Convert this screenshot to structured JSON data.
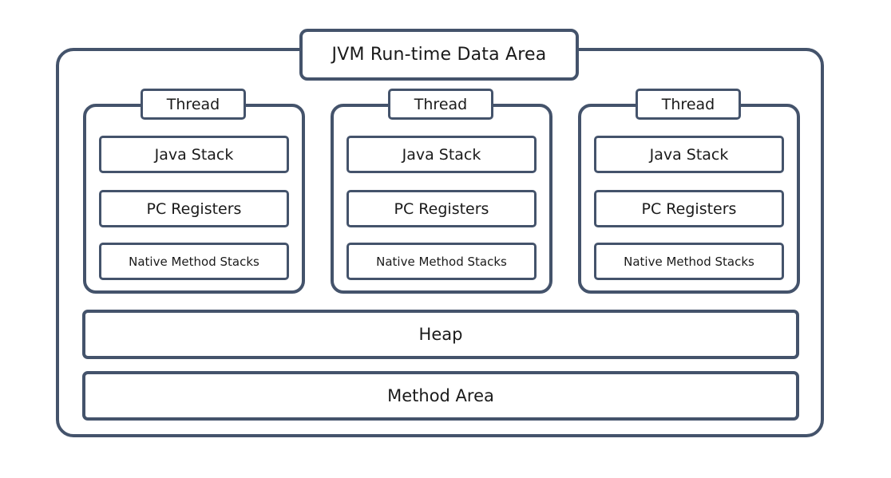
{
  "diagram": {
    "title": "JVM Run-time Data Area",
    "colors": {
      "border": "#44536b",
      "text": "#1a1a1a",
      "background": "#ffffff"
    },
    "threads": [
      {
        "label": "Thread",
        "regions": [
          {
            "label": "Java Stack"
          },
          {
            "label": "PC Registers"
          },
          {
            "label": "Native Method Stacks"
          }
        ]
      },
      {
        "label": "Thread",
        "regions": [
          {
            "label": "Java Stack"
          },
          {
            "label": "PC Registers"
          },
          {
            "label": "Native Method Stacks"
          }
        ]
      },
      {
        "label": "Thread",
        "regions": [
          {
            "label": "Java Stack"
          },
          {
            "label": "PC Registers"
          },
          {
            "label": "Native Method Stacks"
          }
        ]
      }
    ],
    "shared": [
      {
        "label": "Heap"
      },
      {
        "label": "Method Area"
      }
    ]
  }
}
